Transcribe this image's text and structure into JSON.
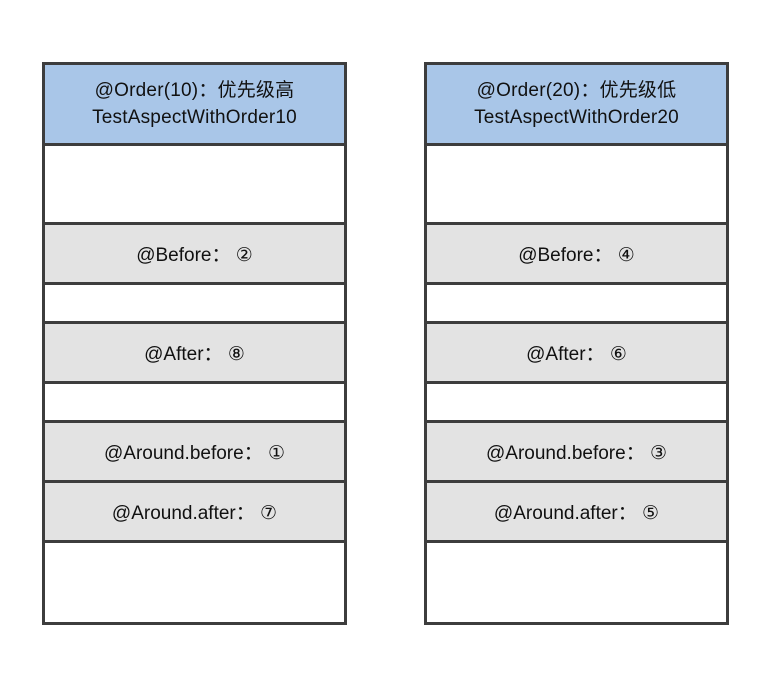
{
  "colors": {
    "border": "#3d3d3d",
    "header_bg": "#a9c6e8",
    "step_row_bg": "#e3e3e3",
    "page_bg": "#ffffff"
  },
  "diagrams": [
    {
      "id": "order10",
      "header": {
        "line1": "@Order(10)：优先级高",
        "line2": "TestAspectWithOrder10"
      },
      "rows": [
        {
          "kind": "spacer",
          "size": "lg",
          "label": ""
        },
        {
          "kind": "step",
          "label": "@Before： ②"
        },
        {
          "kind": "spacer",
          "size": "sm",
          "label": ""
        },
        {
          "kind": "step",
          "label": "@After： ⑧"
        },
        {
          "kind": "spacer",
          "size": "sm",
          "label": ""
        },
        {
          "kind": "step",
          "label": "@Around.before： ①"
        },
        {
          "kind": "step",
          "label": "@Around.after： ⑦"
        },
        {
          "kind": "spacer",
          "size": "xl",
          "label": ""
        }
      ]
    },
    {
      "id": "order20",
      "header": {
        "line1": "@Order(20)：优先级低",
        "line2": "TestAspectWithOrder20"
      },
      "rows": [
        {
          "kind": "spacer",
          "size": "lg",
          "label": ""
        },
        {
          "kind": "step",
          "label": "@Before： ④"
        },
        {
          "kind": "spacer",
          "size": "sm",
          "label": ""
        },
        {
          "kind": "step",
          "label": "@After： ⑥"
        },
        {
          "kind": "spacer",
          "size": "sm",
          "label": ""
        },
        {
          "kind": "step",
          "label": "@Around.before： ③"
        },
        {
          "kind": "step",
          "label": "@Around.after： ⑤"
        },
        {
          "kind": "spacer",
          "size": "xl",
          "label": ""
        }
      ]
    }
  ]
}
